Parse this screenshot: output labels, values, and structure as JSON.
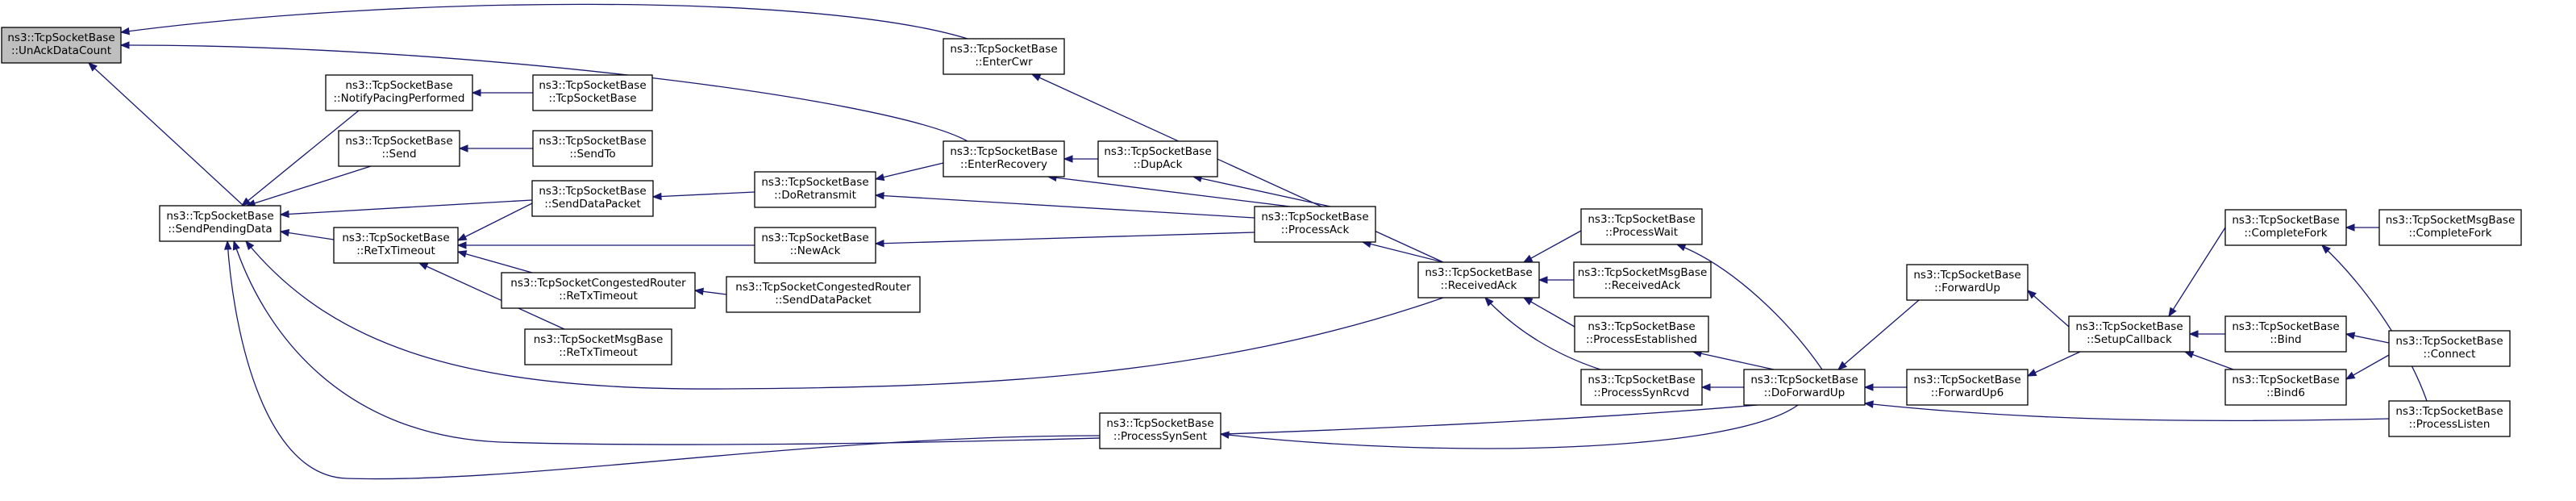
{
  "colors": {
    "edge": "#191970",
    "root_fill": "#bfbfbf",
    "node_fill": "#ffffff",
    "border": "#000000"
  },
  "nodes": [
    {
      "id": "unack",
      "lines": [
        "ns3::TcpSocketBase",
        "::UnAckDataCount"
      ],
      "root": true
    },
    {
      "id": "sendpending",
      "lines": [
        "ns3::TcpSocketBase",
        "::SendPendingData"
      ]
    },
    {
      "id": "notifypacing",
      "lines": [
        "ns3::TcpSocketBase",
        "::NotifyPacingPerformed"
      ]
    },
    {
      "id": "send",
      "lines": [
        "ns3::TcpSocketBase",
        "::Send"
      ]
    },
    {
      "id": "sendto",
      "lines": [
        "ns3::TcpSocketBase",
        "::SendTo"
      ]
    },
    {
      "id": "tcpsocketbase",
      "lines": [
        "ns3::TcpSocketBase",
        "::TcpSocketBase"
      ]
    },
    {
      "id": "senddatapacket",
      "lines": [
        "ns3::TcpSocketBase",
        "::SendDataPacket"
      ]
    },
    {
      "id": "retx",
      "lines": [
        "ns3::TcpSocketBase",
        "::ReTxTimeout"
      ]
    },
    {
      "id": "congretx",
      "lines": [
        "ns3::TcpSocketCongestedRouter",
        "::ReTxTimeout"
      ]
    },
    {
      "id": "congsend",
      "lines": [
        "ns3::TcpSocketCongestedRouter",
        "::SendDataPacket"
      ]
    },
    {
      "id": "msgretx",
      "lines": [
        "ns3::TcpSocketMsgBase",
        "::ReTxTimeout"
      ]
    },
    {
      "id": "doretransmit",
      "lines": [
        "ns3::TcpSocketBase",
        "::DoRetransmit"
      ]
    },
    {
      "id": "newack",
      "lines": [
        "ns3::TcpSocketBase",
        "::NewAck"
      ]
    },
    {
      "id": "entercwr",
      "lines": [
        "ns3::TcpSocketBase",
        "::EnterCwr"
      ]
    },
    {
      "id": "enterrecovery",
      "lines": [
        "ns3::TcpSocketBase",
        "::EnterRecovery"
      ]
    },
    {
      "id": "dupack",
      "lines": [
        "ns3::TcpSocketBase",
        "::DupAck"
      ]
    },
    {
      "id": "processack",
      "lines": [
        "ns3::TcpSocketBase",
        "::ProcessAck"
      ]
    },
    {
      "id": "receivedack",
      "lines": [
        "ns3::TcpSocketBase",
        "::ReceivedAck"
      ]
    },
    {
      "id": "processwait",
      "lines": [
        "ns3::TcpSocketBase",
        "::ProcessWait"
      ]
    },
    {
      "id": "msgreceivedack",
      "lines": [
        "ns3::TcpSocketMsgBase",
        "::ReceivedAck"
      ]
    },
    {
      "id": "processestablished",
      "lines": [
        "ns3::TcpSocketBase",
        "::ProcessEstablished"
      ]
    },
    {
      "id": "processsynrcvd",
      "lines": [
        "ns3::TcpSocketBase",
        "::ProcessSynRcvd"
      ]
    },
    {
      "id": "processsynsent",
      "lines": [
        "ns3::TcpSocketBase",
        "::ProcessSynSent"
      ]
    },
    {
      "id": "doforwardup",
      "lines": [
        "ns3::TcpSocketBase",
        "::DoForwardUp"
      ]
    },
    {
      "id": "forwardup",
      "lines": [
        "ns3::TcpSocketBase",
        "::ForwardUp"
      ]
    },
    {
      "id": "forwardup6",
      "lines": [
        "ns3::TcpSocketBase",
        "::ForwardUp6"
      ]
    },
    {
      "id": "setupcallback",
      "lines": [
        "ns3::TcpSocketBase",
        "::SetupCallback"
      ]
    },
    {
      "id": "completefork",
      "lines": [
        "ns3::TcpSocketBase",
        "::CompleteFork"
      ]
    },
    {
      "id": "msgcompletefork",
      "lines": [
        "ns3::TcpSocketMsgBase",
        "::CompleteFork"
      ]
    },
    {
      "id": "bind",
      "lines": [
        "ns3::TcpSocketBase",
        "::Bind"
      ]
    },
    {
      "id": "bind6",
      "lines": [
        "ns3::TcpSocketBase",
        "::Bind6"
      ]
    },
    {
      "id": "connect",
      "lines": [
        "ns3::TcpSocketBase",
        "::Connect"
      ]
    },
    {
      "id": "processlisten",
      "lines": [
        "ns3::TcpSocketBase",
        "::ProcessListen"
      ]
    }
  ],
  "edges": [
    {
      "from": "sendpending",
      "to": "unack"
    },
    {
      "from": "entercwr",
      "to": "unack"
    },
    {
      "from": "enterrecovery",
      "to": "unack"
    },
    {
      "from": "notifypacing",
      "to": "sendpending"
    },
    {
      "from": "send",
      "to": "sendpending"
    },
    {
      "from": "senddatapacket",
      "to": "sendpending"
    },
    {
      "from": "retx",
      "to": "sendpending"
    },
    {
      "from": "receivedack",
      "to": "sendpending"
    },
    {
      "from": "doforwardup",
      "to": "sendpending"
    },
    {
      "from": "processsynsent",
      "to": "sendpending"
    },
    {
      "from": "tcpsocketbase",
      "to": "notifypacing"
    },
    {
      "from": "sendto",
      "to": "send"
    },
    {
      "from": "doretransmit",
      "to": "senddatapacket"
    },
    {
      "from": "senddatapacket",
      "to": "retx"
    },
    {
      "from": "newack",
      "to": "retx"
    },
    {
      "from": "congretx",
      "to": "retx"
    },
    {
      "from": "msgretx",
      "to": "retx"
    },
    {
      "from": "congsend",
      "to": "congretx"
    },
    {
      "from": "enterrecovery",
      "to": "doretransmit"
    },
    {
      "from": "processack",
      "to": "doretransmit"
    },
    {
      "from": "processack",
      "to": "newack"
    },
    {
      "from": "receivedack",
      "to": "entercwr"
    },
    {
      "from": "dupack",
      "to": "enterrecovery"
    },
    {
      "from": "processack",
      "to": "enterrecovery"
    },
    {
      "from": "processack",
      "to": "dupack"
    },
    {
      "from": "receivedack",
      "to": "processack"
    },
    {
      "from": "processwait",
      "to": "receivedack"
    },
    {
      "from": "msgreceivedack",
      "to": "receivedack"
    },
    {
      "from": "processestablished",
      "to": "receivedack"
    },
    {
      "from": "processsynrcvd",
      "to": "receivedack"
    },
    {
      "from": "doforwardup",
      "to": "processwait"
    },
    {
      "from": "doforwardup",
      "to": "processestablished"
    },
    {
      "from": "doforwardup",
      "to": "processsynrcvd"
    },
    {
      "from": "processsynsent",
      "to": "processsynrcvd"
    },
    {
      "from": "doforwardup",
      "to": "processsynsent"
    },
    {
      "from": "forwardup",
      "to": "doforwardup"
    },
    {
      "from": "forwardup6",
      "to": "doforwardup"
    },
    {
      "from": "setupcallback",
      "to": "forwardup"
    },
    {
      "from": "setupcallback",
      "to": "forwardup6"
    },
    {
      "from": "completefork",
      "to": "setupcallback"
    },
    {
      "from": "bind",
      "to": "setupcallback"
    },
    {
      "from": "bind6",
      "to": "setupcallback"
    },
    {
      "from": "msgcompletefork",
      "to": "completefork"
    },
    {
      "from": "processlisten",
      "to": "completefork"
    },
    {
      "from": "connect",
      "to": "bind"
    },
    {
      "from": "connect",
      "to": "bind6"
    },
    {
      "from": "processlisten",
      "to": "doforwardup"
    }
  ]
}
